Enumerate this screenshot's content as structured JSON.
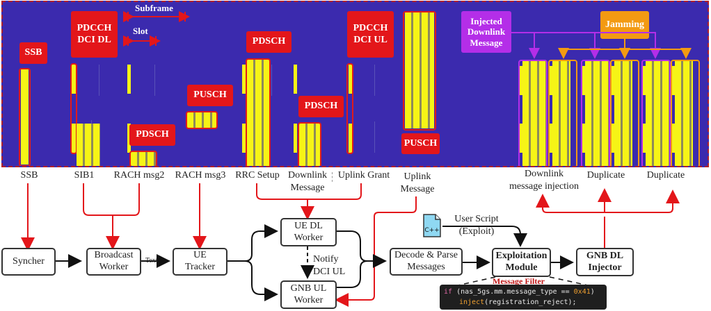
{
  "spectrogram": {
    "tags": {
      "ssb": "SSB",
      "pdcch_dci_dl": "PDCCH\nDCI DL",
      "pdsch_msg2": "PDSCH",
      "pusch_msg3": "PUSCH",
      "pdsch_rrc": "PDSCH",
      "pdsch_dl_msg": "PDSCH",
      "pdcch_dci_ul": "PDCCH\nDCI UL",
      "pusch_ul": "PUSCH",
      "injected": "Injected\nDownlink\nMessage",
      "jamming": "Jamming"
    },
    "annotations": {
      "subframe": "Subframe",
      "slot": "Slot"
    },
    "colors": {
      "background": "#3b2aae",
      "signal": "#f6f416",
      "tag_red": "#e3161a",
      "tag_purple": "#b42ee8",
      "tag_orange": "#f39a12"
    }
  },
  "signal_labels": {
    "ssb": "SSB",
    "sib1": "SIB1",
    "rach_msg2": "RACH msg2",
    "rach_msg3": "RACH msg3",
    "rrc_setup": "RRC Setup",
    "downlink_message": "Downlink\nMessage",
    "uplink_grant": "Uplink Grant",
    "uplink_message": "Uplink\nMessage",
    "dl_injection": "Downlink\nmessage injection",
    "duplicate_1": "Duplicate",
    "duplicate_2": "Duplicate"
  },
  "blocks": {
    "syncher": "Syncher",
    "broadcast_worker": "Broadcast\nWorker",
    "ue_tracker": "UE\nTracker",
    "ue_dl_worker": "UE DL\nWorker",
    "gnb_ul_worker": "GNB UL\nWorker",
    "decode_parse": "Decode & Parse\nMessages",
    "exploitation_module": "Exploitation\nModule",
    "gnb_dl_injector": "GNB DL\nInjector"
  },
  "edge_labels": {
    "text": "Text",
    "notify": "Notify\nDCI UL",
    "user_script": "User Script\n(Exploit)",
    "message_filter": "Message Filter"
  },
  "code": {
    "kw_if": "if",
    "cond_open": " (nas_5gs.mm.message_type == ",
    "hex": "0x41",
    "cond_close": ")",
    "fn_inject": "inject",
    "args": "(registration_reject);"
  },
  "icons": {
    "cpp_file": "C++"
  }
}
